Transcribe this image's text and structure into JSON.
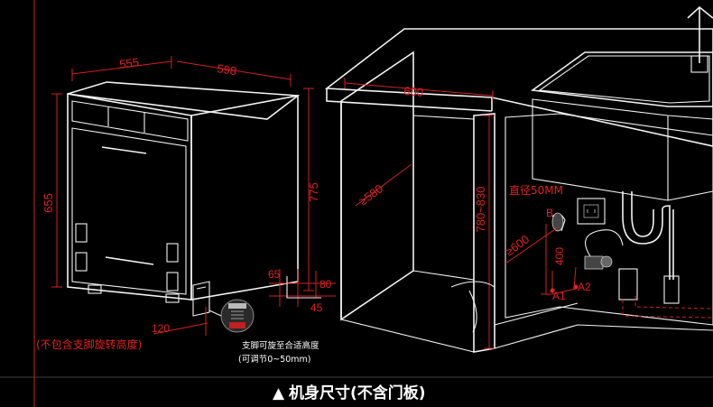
{
  "dimensions": {
    "depth": "555",
    "width": "598",
    "height": "655",
    "height_overall": "775",
    "plinth_65": "65",
    "plinth_80": "80",
    "plinth_45": "45",
    "feet_120": "120",
    "cabinet_width": "600",
    "cabinet_depth": "≥580",
    "cabinet_height": "780~830",
    "side_depth": "≥600",
    "hole_height": "400"
  },
  "notes": {
    "excluding_legs": "(不包含支脚旋转高度)",
    "leg_adjust_title": "支脚可旋至合适高度",
    "leg_adjust_range": "(可调节0~50mm)",
    "hole_diameter": "直径50MM",
    "point_b": "B",
    "point_a1": "A1",
    "point_a2": "A2"
  },
  "title": {
    "marker": "▲",
    "text": "机身尺寸(不含门板)"
  },
  "colors": {
    "background": "#000000",
    "line": "#f2f2f2",
    "accent": "#e62020"
  }
}
